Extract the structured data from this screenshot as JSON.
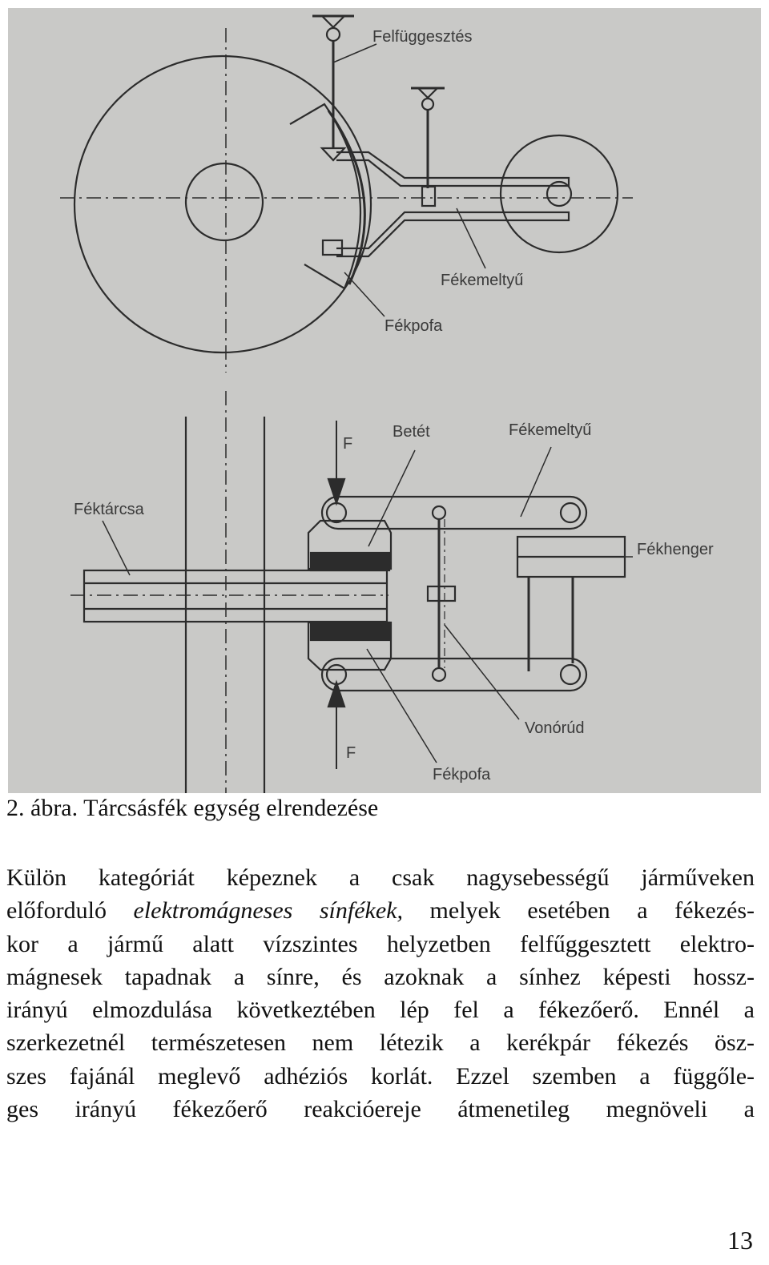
{
  "figure": {
    "labels": {
      "felfuggesztes": "Felfüggesztés",
      "fekemeltyu_top": "Fékemeltyű",
      "fekpofa_top": "Fékpofa",
      "f_top": "F",
      "betet": "Betét",
      "fekemeltyu_bottom": "Fékemeltyű",
      "fektarcsa": "Féktárcsa",
      "fekhenger": "Fékhenger",
      "vonorud": "Vonórúd",
      "f_bottom": "F",
      "fekpofa_bottom": "Fékpofa"
    }
  },
  "caption": "2. ábra. Tárcsásfék egység elrendezése",
  "paragraph": {
    "line1": "Külön kategóriát képeznek a csak nagysebességű járműveken",
    "line2_a": "előforduló ",
    "line2_em": "elektromágneses sínfékek,",
    "line2_b": " melyek esetében a fékezés-",
    "line3": "kor a jármű alatt vízszintes helyzetben felfűggesztett elektro-",
    "line4": "mágnesek tapadnak a sínre, és azoknak a sínhez képesti hossz-",
    "line5": "irányú elmozdulása következtében lép fel a fékezőerő. Ennél a",
    "line6": "szerkezetnél természetesen nem létezik a kerékpár fékezés ösz-",
    "line7": "szes fajánál meglevő adhéziós korlát. Ezzel szemben a függőle-",
    "line8": "ges irányú fékezőerő reakcióereje átmenetileg megnöveli a"
  },
  "page_number": "13"
}
